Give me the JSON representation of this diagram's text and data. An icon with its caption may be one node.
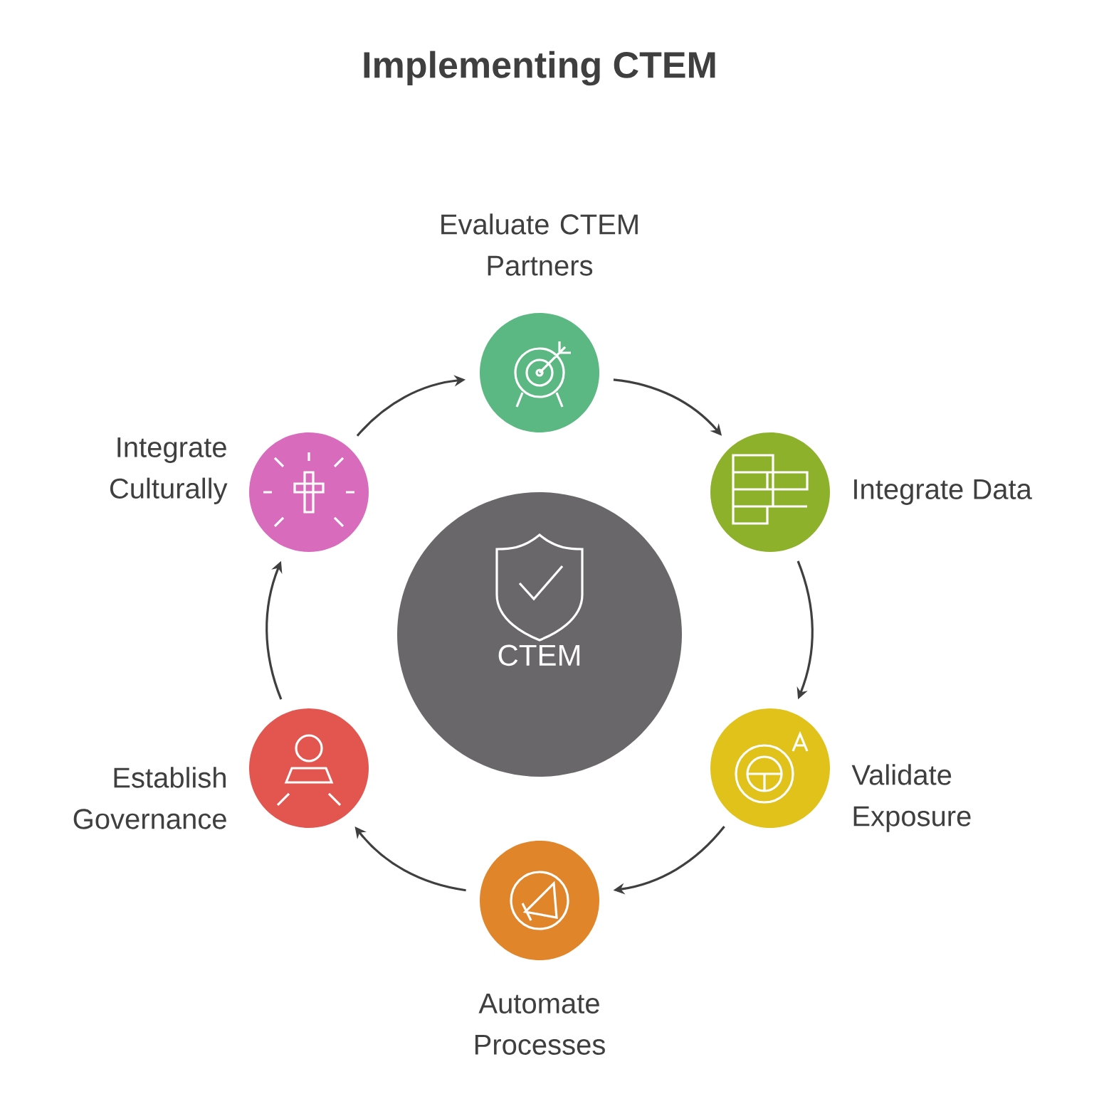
{
  "diagram": {
    "title": "Implementing CTEM",
    "nodes": [
      {
        "text": [
          "CTEM"
        ]
      },
      {
        "text": [
          "Evaluate CTEM Partners"
        ]
      },
      {
        "text": [
          "Integrate Data"
        ]
      },
      {
        "text": [
          "Validate Exposure"
        ]
      },
      {
        "text": [
          "Automate Processes"
        ]
      },
      {
        "text": [
          "Establish Governance"
        ]
      },
      {
        "text": [
          "Integrate Culturally"
        ]
      }
    ],
    "edges": [
      {
        "from": 1,
        "to": 2,
        "arrow": "to"
      },
      {
        "from": 2,
        "to": 3,
        "arrow": "to"
      },
      {
        "from": 3,
        "to": 4,
        "arrow": "to"
      },
      {
        "from": 4,
        "to": 5,
        "arrow": "to"
      },
      {
        "from": 5,
        "to": 6,
        "arrow": "to"
      },
      {
        "from": 6,
        "to": 1,
        "arrow": "to"
      }
    ]
  }
}
